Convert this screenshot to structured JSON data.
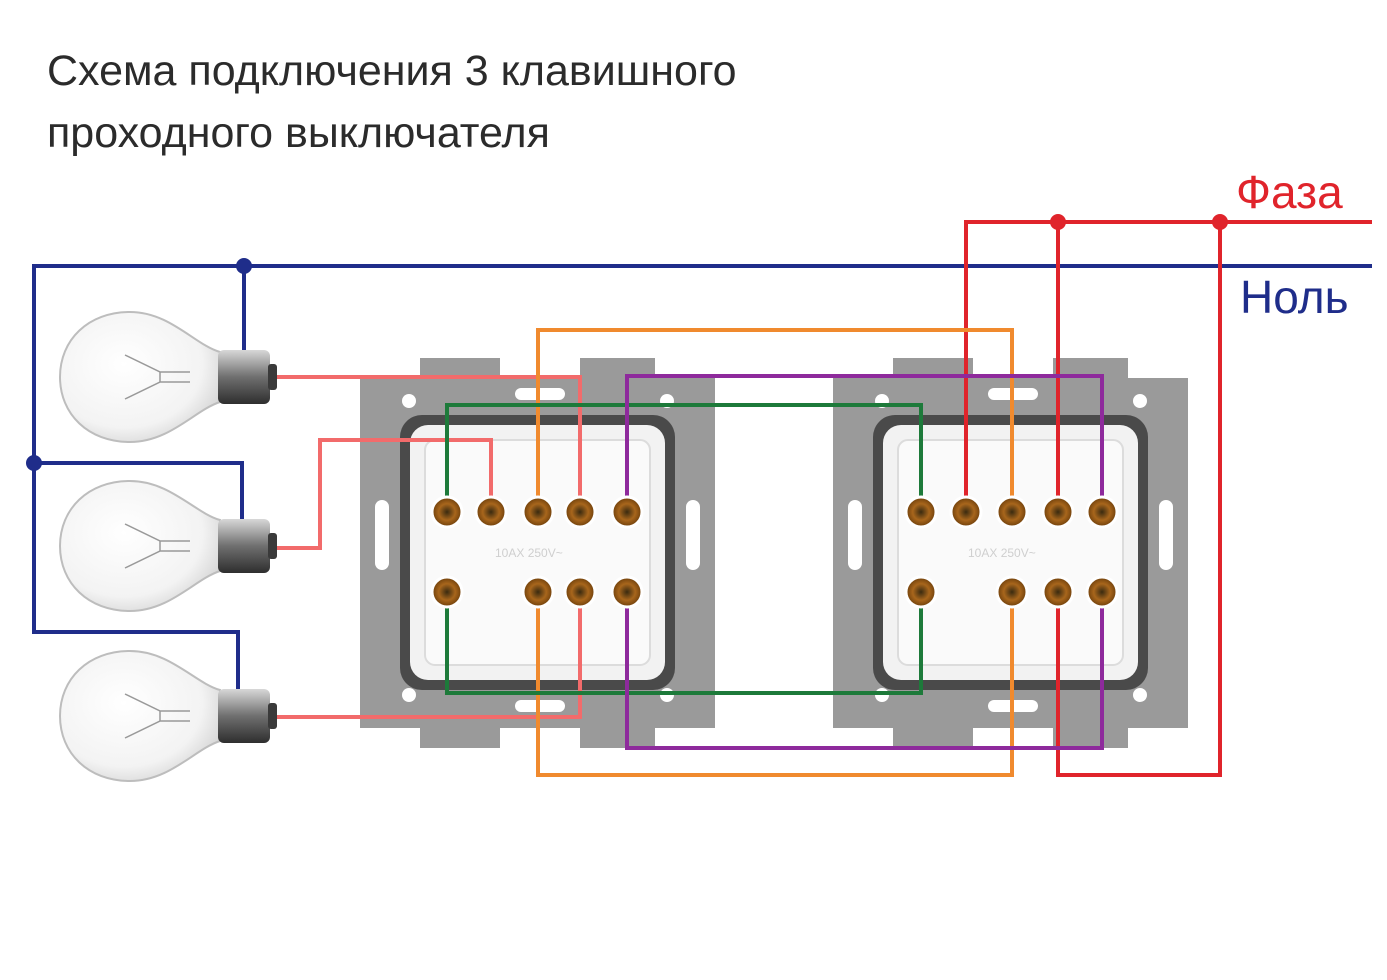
{
  "title": {
    "line1": "Схема подключения 3 клавишного",
    "line2": "проходного выключателя"
  },
  "legend": {
    "phase": "Фаза",
    "neutral": "Ноль"
  },
  "colors": {
    "phase": "#e0242b",
    "neutral": "#1f2d8a",
    "lamp_wire": "#f26b6b",
    "orange": "#f08a2e",
    "green": "#1d7a3a",
    "purple": "#8e2a9c",
    "frame": "#9a9a9a",
    "switch_body": "#f2f2f2"
  },
  "lamps": [
    {
      "name": "lamp-1"
    },
    {
      "name": "lamp-2"
    },
    {
      "name": "lamp-3"
    }
  ],
  "switches": [
    {
      "name": "switch-left",
      "marking": "10AX 250V~"
    },
    {
      "name": "switch-right",
      "marking": "10AX 250V~"
    }
  ]
}
